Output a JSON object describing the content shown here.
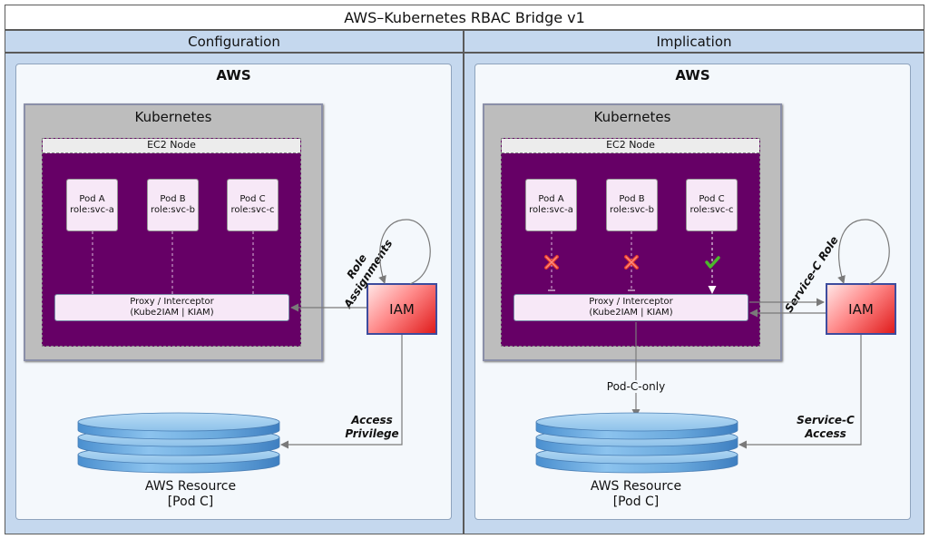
{
  "title": "AWS–Kubernetes RBAC Bridge v1",
  "lanes": {
    "left": {
      "label": "Configuration",
      "aws_label": "AWS",
      "k8s_label": "Kubernetes",
      "node_label": "EC2 Node",
      "pods": [
        {
          "name": "Pod A",
          "role": "role:svc-a"
        },
        {
          "name": "Pod B",
          "role": "role:svc-b"
        },
        {
          "name": "Pod C",
          "role": "role:svc-c"
        }
      ],
      "proxy": {
        "line1": "Proxy / Interceptor",
        "line2": "(Kube2IAM | KIAM)"
      },
      "iam_label": "IAM",
      "self_loop_label": "Role Assignments",
      "self_loop_lines": [
        "Role",
        "Assignments"
      ],
      "access_label_lines": [
        "Access",
        "Privilege"
      ],
      "resource": {
        "line1": "AWS Resource",
        "line2": "[Pod C]"
      }
    },
    "right": {
      "label": "Implication",
      "aws_label": "AWS",
      "k8s_label": "Kubernetes",
      "node_label": "EC2 Node",
      "pods": [
        {
          "name": "Pod A",
          "role": "role:svc-a",
          "status": "denied"
        },
        {
          "name": "Pod B",
          "role": "role:svc-b",
          "status": "denied"
        },
        {
          "name": "Pod C",
          "role": "role:svc-c",
          "status": "allowed"
        }
      ],
      "proxy": {
        "line1": "Proxy / Interceptor",
        "line2": "(Kube2IAM | KIAM)"
      },
      "iam_label": "IAM",
      "self_loop_label": "Service-C Role",
      "proxy_to_resource_label": "Pod-C-only",
      "access_label_lines": [
        "Service-C",
        "Access"
      ],
      "resource": {
        "line1": "AWS Resource",
        "line2": "[Pod C]"
      }
    }
  },
  "colors": {
    "lane_fill": "#c5d8ee",
    "node_fill": "#660066",
    "pod_fill": "#f7e8f7",
    "iam_red": "#e01c1c",
    "deny_red": "#e53b2c",
    "allow_green": "#4cb82c",
    "cylinder_blue": "#7fb3e0"
  }
}
